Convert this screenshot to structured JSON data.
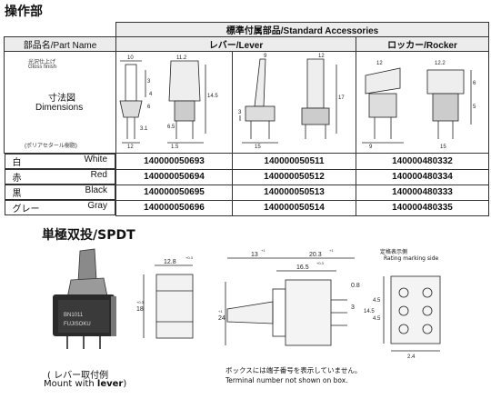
{
  "section1_title": "操作部",
  "table": {
    "accessories_header": "標準付属部品/Standard Accessories",
    "part_name_header": "部品名/Part Name",
    "lever_header": "レバー/Lever",
    "rocker_header": "ロッカー/Rocker",
    "finish_jp": "光沢仕上げ",
    "finish_en": "Gloss finish",
    "dims_jp": "寸法図",
    "dims_en": "Dimensions",
    "material_note": "(ポリアセタール樹脂)",
    "lever_a_dims": {
      "w": "10",
      "top": "11.2",
      "d3": "3",
      "d4": "4",
      "d6": "6",
      "d31": "3.1",
      "d12": "12",
      "d145": "14.5",
      "d65": "6.5",
      "d15": "1.5"
    },
    "lever_b_dims": {
      "a": "9",
      "b": "12",
      "c": "3",
      "d": "17",
      "e": "15"
    },
    "rocker_dims": {
      "a": "12",
      "b": "12.2",
      "c": "6",
      "d": "5",
      "e": "9",
      "f": "15"
    },
    "rows": [
      {
        "jp": "白",
        "en": "White",
        "lever_a": "140000050693",
        "lever_b": "140000050511",
        "rocker": "140000480332"
      },
      {
        "jp": "赤",
        "en": "Red",
        "lever_a": "140000050694",
        "lever_b": "140000050512",
        "rocker": "140000480334"
      },
      {
        "jp": "黒",
        "en": "Black",
        "lever_a": "140000050695",
        "lever_b": "140000050513",
        "rocker": "140000480333"
      },
      {
        "jp": "グレー",
        "en": "Gray",
        "lever_a": "140000050696",
        "lever_b": "140000050514",
        "rocker": "140000480335"
      }
    ]
  },
  "section2_title": "単極双投/SPDT",
  "photo": {
    "print1": "BN1011",
    "print2": "FUJISOKU",
    "caption_jp": "レバー取付例",
    "caption_en_prefix": "Mount with ",
    "caption_en_bold": "lever"
  },
  "drawing1": {
    "width": "12.8",
    "width_tol": "+0.3",
    "height": "18",
    "height_tol": "+0.3"
  },
  "drawing2": {
    "d13": "13",
    "d13_tol": "+1",
    "d203": "20.3",
    "d203_tol": "+1",
    "d165": "16.5",
    "d165_tol": "+0.3",
    "d08": "0.8",
    "d3": "3",
    "d24": "24",
    "d24_tol": "+1"
  },
  "drawing3": {
    "label_jp": "定格表示側",
    "label_en": "Rating marking side",
    "d455a": "4.5",
    "d455b": "4.5",
    "d145": "14.5",
    "d24": "2.4"
  },
  "notes": {
    "jp": "ボックスには端子番号を表示していません。",
    "en": "Terminal number not shown on box."
  }
}
